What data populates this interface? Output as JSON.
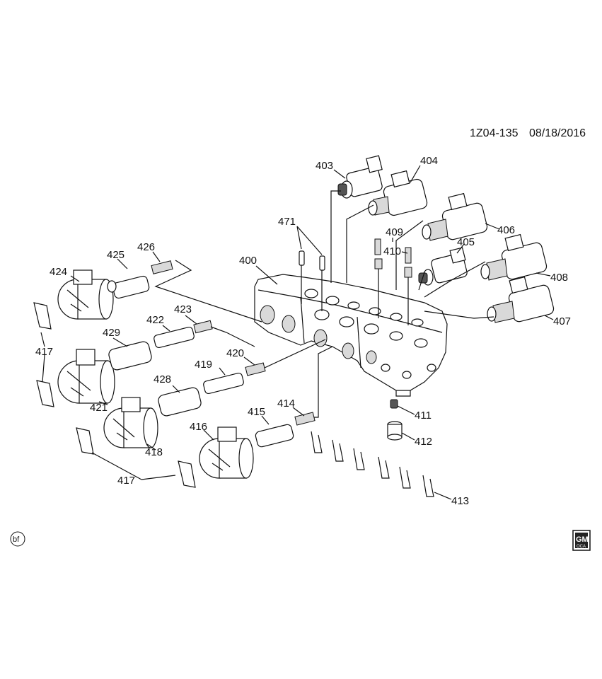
{
  "diagram": {
    "code": "1Z04-135",
    "date": "08/18/2016",
    "bf_mark": "bf",
    "logo_text": "GM",
    "logo_sub": "OCA",
    "callouts": {
      "c400": "400",
      "c403": "403",
      "c404": "404",
      "c405": "405",
      "c406": "406",
      "c407": "407",
      "c408": "408",
      "c409": "409",
      "c410": "410",
      "c411": "411",
      "c412": "412",
      "c413": "413",
      "c414": "414",
      "c415": "415",
      "c416": "416",
      "c417a": "417",
      "c417b": "417",
      "c418": "418",
      "c419": "419",
      "c420": "420",
      "c421": "421",
      "c422": "422",
      "c423": "423",
      "c424": "424",
      "c425": "425",
      "c426": "426",
      "c428": "428",
      "c429": "429",
      "c471": "471"
    }
  }
}
